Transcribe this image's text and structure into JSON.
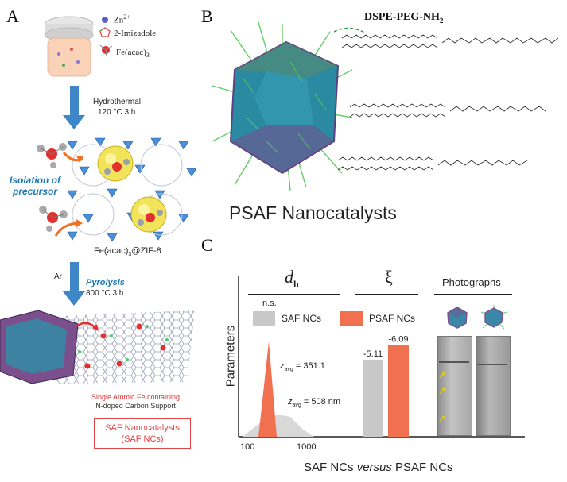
{
  "panels": {
    "a": "A",
    "b": "B",
    "c": "C"
  },
  "panel_a": {
    "legend": {
      "zn": "Zn",
      "zn_sup": "2+",
      "imidazole": "2-Imizadole",
      "fe": "Fe(acac)",
      "fe_sub": "3"
    },
    "step1": {
      "line1": "Hydrothermal",
      "line2": "120 °C  3 h"
    },
    "isolation": {
      "line1": "Isolation of",
      "line2": "precursor"
    },
    "intermediate": {
      "pre": "Fe(acac)",
      "sub": "3",
      "post": "@ZIF-8"
    },
    "step2": {
      "gas": "Ar",
      "title": "Pyrolysis",
      "cond": "800 °C  3 h"
    },
    "support": {
      "line1": "Single Atomic Fe containing",
      "line2": "N-doped Carbon Support"
    },
    "product": {
      "line1": "SAF Nanocatalysts",
      "line2": "(SAF NCs)"
    }
  },
  "panel_b": {
    "lipid_label": "DSPE-PEG-NH",
    "lipid_sub": "2",
    "caption": "PSAF Nanocatalysts"
  },
  "panel_c": {
    "y_label": "Parameters",
    "x_label_a": "SAF NCs ",
    "x_label_em": "versus",
    "x_label_b": " PSAF NCs",
    "col_dh": "d",
    "col_dh_sub": "h",
    "col_xi": "ξ",
    "col_photo": "Photographs",
    "ns": "n.s.",
    "legend": [
      {
        "name": "SAF NCs",
        "color": "#c8c8c8"
      },
      {
        "name": "PSAF NCs",
        "color": "#f07050"
      }
    ],
    "annot_psaf": {
      "z": "z",
      "sub": "avg",
      "text": " = 351.1"
    },
    "annot_saf": {
      "z": "z",
      "sub": "avg",
      "text": " = 508 nm"
    },
    "x_ticks": [
      "100",
      "1000"
    ]
  },
  "chart_data": {
    "type": "bar",
    "title": "",
    "categories": [
      "SAF NCs",
      "PSAF NCs"
    ],
    "series": [
      {
        "name": "ξ",
        "values": [
          -5.11,
          -6.09
        ]
      }
    ],
    "value_labels": [
      "-5.11",
      "-6.09"
    ],
    "size_distribution": {
      "saf_zavg_nm": 508,
      "psaf_zavg_nm": 351.1,
      "x_scale": "log",
      "x_ticks": [
        100,
        1000
      ]
    },
    "colors": {
      "saf": "#c8c8c8",
      "psaf": "#f07050"
    }
  }
}
